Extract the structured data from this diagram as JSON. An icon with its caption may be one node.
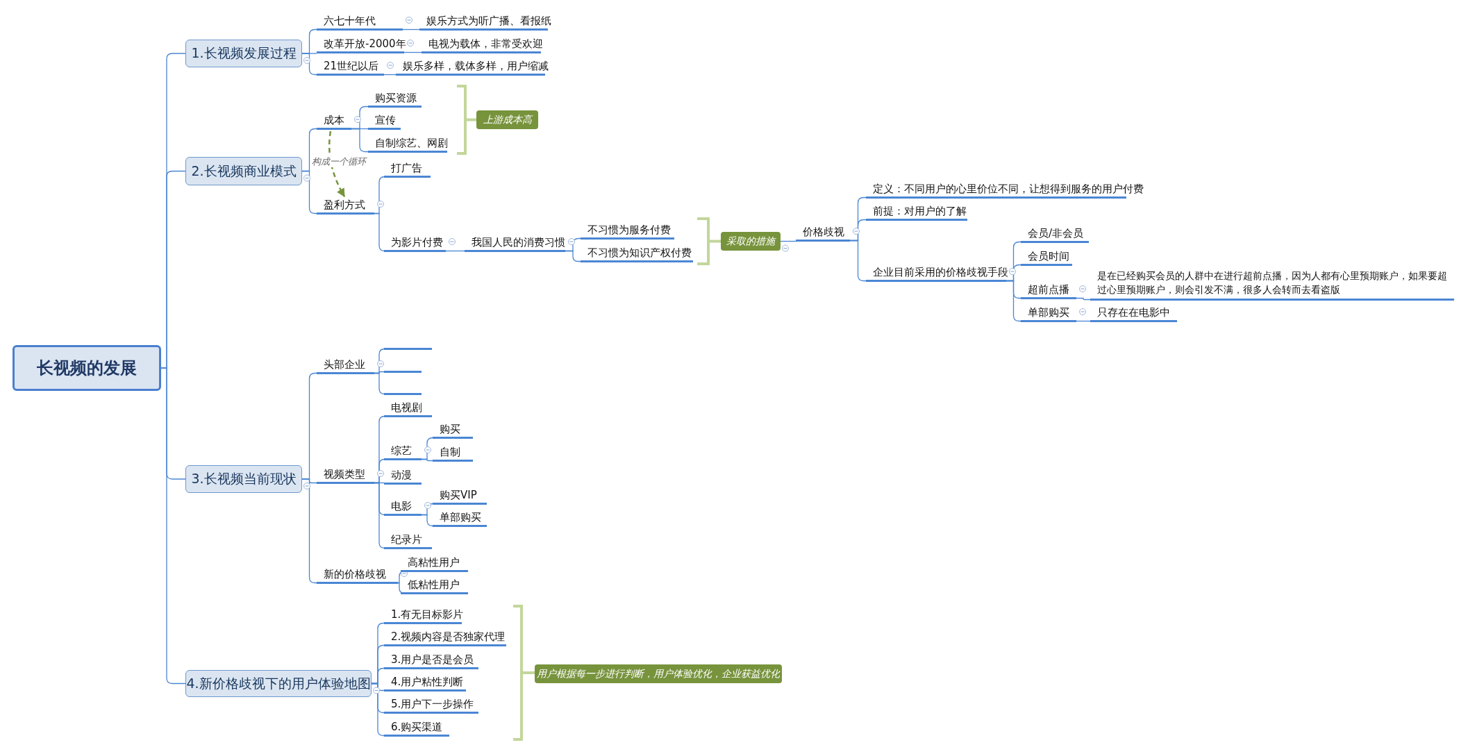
{
  "diagram": {
    "nodes": [
      {
        "text": [
          "长视频的发展"
        ]
      },
      {
        "text": [
          "1.长视频发展过程"
        ]
      },
      {
        "text": [
          "六七十年代"
        ]
      },
      {
        "text": [
          "娱乐方式为听广播、看报纸"
        ]
      },
      {
        "text": [
          "改革开放-2000年"
        ]
      },
      {
        "text": [
          "电视为载体，非常受欢迎"
        ]
      },
      {
        "text": [
          "21世纪以后"
        ]
      },
      {
        "text": [
          "娱乐多样，载体多样，用户缩减"
        ]
      },
      {
        "text": [
          "2.长视频商业模式"
        ]
      },
      {
        "text": [
          "成本"
        ]
      },
      {
        "text": [
          "购买资源"
        ]
      },
      {
        "text": [
          "宣传"
        ]
      },
      {
        "text": [
          "自制综艺、网剧"
        ]
      },
      {
        "text": [
          "上游成本高"
        ]
      },
      {
        "text": [
          "盈利方式"
        ]
      },
      {
        "text": [
          "打广告"
        ]
      },
      {
        "text": [
          "为影片付费"
        ]
      },
      {
        "text": [
          "我国人民的消费习惯"
        ]
      },
      {
        "text": [
          "不习惯为服务付费"
        ]
      },
      {
        "text": [
          "不习惯为知识产权付费"
        ]
      },
      {
        "text": [
          "采取的措施"
        ]
      },
      {
        "text": [
          "价格歧视"
        ]
      },
      {
        "text": [
          "定义：不同用户的心里价位不同，让想得到服务的用户付费"
        ]
      },
      {
        "text": [
          "前提：对用户的了解"
        ]
      },
      {
        "text": [
          "企业目前采用的价格歧视手段"
        ]
      },
      {
        "text": [
          "会员/非会员"
        ]
      },
      {
        "text": [
          "会员时间"
        ]
      },
      {
        "text": [
          "超前点播"
        ]
      },
      {
        "text": [
          "是在已经购买会员的人群中在进行超前点播，因为人都有心里预期账户，如果要超过心里预期账户，则会引发不满，很多人会转而去看盗版"
        ]
      },
      {
        "text": [
          "单部购买"
        ]
      },
      {
        "text": [
          "只存在在电影中"
        ]
      },
      {
        "text": [
          "3.长视频当前现状"
        ]
      },
      {
        "text": [
          "头部企业"
        ]
      },
      {
        "text": [],
        "shape": "bar"
      },
      {
        "text": [],
        "shape": "bar"
      },
      {
        "text": [],
        "shape": "bar"
      },
      {
        "text": [
          "视频类型"
        ]
      },
      {
        "text": [
          "电视剧"
        ]
      },
      {
        "text": [
          "综艺"
        ]
      },
      {
        "text": [
          "购买"
        ]
      },
      {
        "text": [
          "自制"
        ]
      },
      {
        "text": [
          "动漫"
        ]
      },
      {
        "text": [
          "电影"
        ]
      },
      {
        "text": [
          "购买VIP"
        ]
      },
      {
        "text": [
          "单部购买"
        ]
      },
      {
        "text": [
          "纪录片"
        ]
      },
      {
        "text": [
          "新的价格歧视"
        ]
      },
      {
        "text": [
          "高粘性用户"
        ]
      },
      {
        "text": [
          "低粘性用户"
        ]
      },
      {
        "text": [
          "4.新价格歧视下的用户体验地图"
        ]
      },
      {
        "text": [
          "1.有无目标影片"
        ]
      },
      {
        "text": [
          "2.视频内容是否独家代理"
        ]
      },
      {
        "text": [
          "3.用户是否是会员"
        ]
      },
      {
        "text": [
          "4.用户粘性判断"
        ]
      },
      {
        "text": [
          "5.用户下一步操作"
        ]
      },
      {
        "text": [
          "6.购买渠道"
        ]
      },
      {
        "text": [
          "用户根据每一步进行判断，用户体验优化，企业获益优化"
        ]
      }
    ],
    "edges": [
      {
        "from": 0,
        "to": 1,
        "arrow": "none"
      },
      {
        "from": 0,
        "to": 8,
        "arrow": "none"
      },
      {
        "from": 0,
        "to": 31,
        "arrow": "none"
      },
      {
        "from": 0,
        "to": 49,
        "arrow": "none"
      },
      {
        "from": 1,
        "to": 2,
        "arrow": "none"
      },
      {
        "from": 2,
        "to": 3,
        "arrow": "none"
      },
      {
        "from": 1,
        "to": 4,
        "arrow": "none"
      },
      {
        "from": 4,
        "to": 5,
        "arrow": "none"
      },
      {
        "from": 1,
        "to": 6,
        "arrow": "none"
      },
      {
        "from": 6,
        "to": 7,
        "arrow": "none"
      },
      {
        "from": 8,
        "to": 9,
        "arrow": "none"
      },
      {
        "from": 9,
        "to": 10,
        "arrow": "none"
      },
      {
        "from": 9,
        "to": 11,
        "arrow": "none"
      },
      {
        "from": 9,
        "to": 12,
        "arrow": "none"
      },
      {
        "from": 9,
        "to": 14,
        "arrow": "to",
        "label": "构成一个循环",
        "style": "dashed",
        "color": "#77933c"
      },
      {
        "from": 8,
        "to": 14,
        "arrow": "none"
      },
      {
        "from": 14,
        "to": 15,
        "arrow": "none"
      },
      {
        "from": 14,
        "to": 16,
        "arrow": "none"
      },
      {
        "from": 16,
        "to": 17,
        "arrow": "none"
      },
      {
        "from": 17,
        "to": 18,
        "arrow": "none"
      },
      {
        "from": 17,
        "to": 19,
        "arrow": "none"
      },
      {
        "from": 20,
        "to": 21,
        "arrow": "none"
      },
      {
        "from": 21,
        "to": 22,
        "arrow": "none"
      },
      {
        "from": 21,
        "to": 23,
        "arrow": "none"
      },
      {
        "from": 21,
        "to": 24,
        "arrow": "none"
      },
      {
        "from": 24,
        "to": 25,
        "arrow": "none"
      },
      {
        "from": 24,
        "to": 26,
        "arrow": "none"
      },
      {
        "from": 24,
        "to": 27,
        "arrow": "none"
      },
      {
        "from": 27,
        "to": 28,
        "arrow": "none"
      },
      {
        "from": 24,
        "to": 29,
        "arrow": "none"
      },
      {
        "from": 29,
        "to": 30,
        "arrow": "none"
      },
      {
        "from": 31,
        "to": 32,
        "arrow": "none"
      },
      {
        "from": 32,
        "to": 33,
        "arrow": "none"
      },
      {
        "from": 32,
        "to": 34,
        "arrow": "none"
      },
      {
        "from": 32,
        "to": 35,
        "arrow": "none"
      },
      {
        "from": 31,
        "to": 36,
        "arrow": "none"
      },
      {
        "from": 36,
        "to": 37,
        "arrow": "none"
      },
      {
        "from": 36,
        "to": 38,
        "arrow": "none"
      },
      {
        "from": 38,
        "to": 39,
        "arrow": "none"
      },
      {
        "from": 38,
        "to": 40,
        "arrow": "none"
      },
      {
        "from": 36,
        "to": 41,
        "arrow": "none"
      },
      {
        "from": 36,
        "to": 42,
        "arrow": "none"
      },
      {
        "from": 42,
        "to": 43,
        "arrow": "none"
      },
      {
        "from": 42,
        "to": 44,
        "arrow": "none"
      },
      {
        "from": 36,
        "to": 45,
        "arrow": "none"
      },
      {
        "from": 31,
        "to": 46,
        "arrow": "none"
      },
      {
        "from": 46,
        "to": 47,
        "arrow": "none"
      },
      {
        "from": 46,
        "to": 48,
        "arrow": "none"
      },
      {
        "from": 49,
        "to": 50,
        "arrow": "none"
      },
      {
        "from": 49,
        "to": 51,
        "arrow": "none"
      },
      {
        "from": 49,
        "to": 52,
        "arrow": "none"
      },
      {
        "from": 49,
        "to": 53,
        "arrow": "none"
      },
      {
        "from": 49,
        "to": 54,
        "arrow": "none"
      },
      {
        "from": 49,
        "to": 55,
        "arrow": "none"
      }
    ]
  }
}
